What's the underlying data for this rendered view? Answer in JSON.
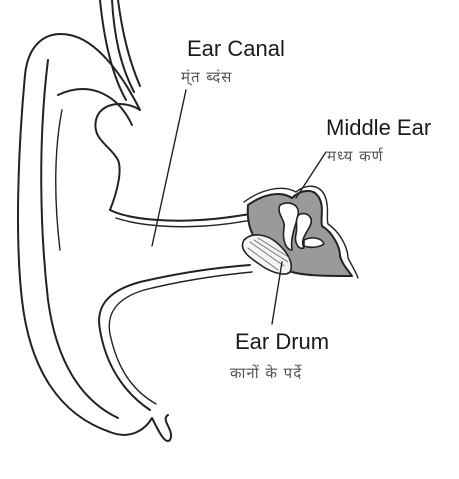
{
  "labels": {
    "ear_canal": {
      "english": "Ear Canal",
      "hindi": "म्ंत ब्दंस"
    },
    "middle_ear": {
      "english": "Middle Ear",
      "hindi": "मध्य कर्ण"
    },
    "ear_drum": {
      "english": "Ear Drum",
      "hindi": "कानों के पर्दे"
    }
  },
  "colors": {
    "outline": "#222222",
    "middle_ear_fill": "#9a9a9a",
    "ossicle_fill": "#ffffff",
    "background": "#ffffff"
  }
}
